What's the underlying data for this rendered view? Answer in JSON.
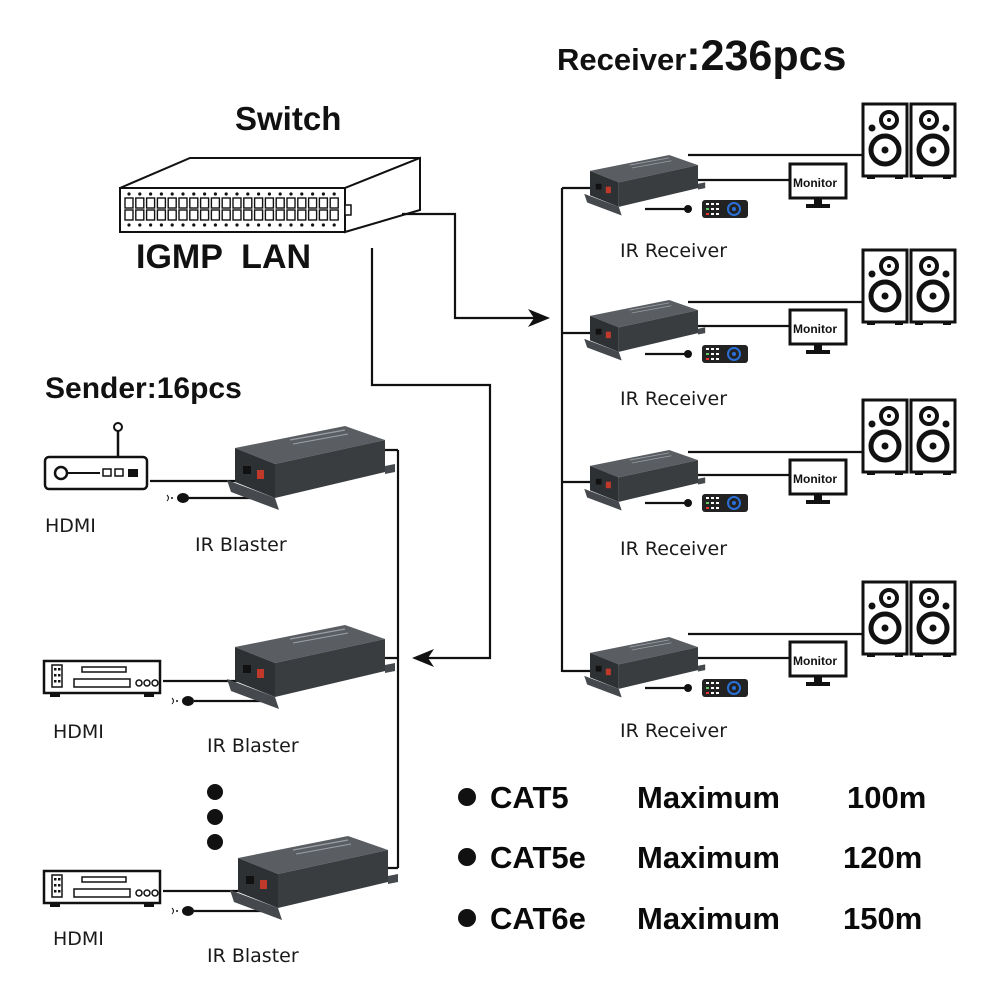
{
  "titles": {
    "switch": "Switch",
    "switch_type": "IGMP  LAN",
    "receiver_prefix": "Receiver",
    "receiver_count": ":236pcs",
    "sender": "Sender:16pcs"
  },
  "senders": [
    {
      "source_label": "HDMI",
      "source_icon": "router-icon",
      "device_label": "IR Blaster"
    },
    {
      "source_label": "HDMI",
      "source_icon": "dvd-player-icon",
      "device_label": "IR Blaster"
    },
    {
      "source_label": "HDMI",
      "source_icon": "dvd-player-icon",
      "device_label": "IR Blaster"
    }
  ],
  "receivers": [
    {
      "device_label": "IR Receiver",
      "display_label": "Monitor"
    },
    {
      "device_label": "IR Receiver",
      "display_label": "Monitor"
    },
    {
      "device_label": "IR Receiver",
      "display_label": "Monitor"
    },
    {
      "device_label": "IR Receiver",
      "display_label": "Monitor"
    }
  ],
  "specs": [
    {
      "cable": "CAT5",
      "label": "Maximum",
      "distance": "100m"
    },
    {
      "cable": "CAT5e",
      "label": "Maximum",
      "distance": "120m"
    },
    {
      "cable": "CAT6e",
      "label": "Maximum",
      "distance": "150m"
    }
  ],
  "colors": {
    "device_body": "#3a3d40",
    "device_top": "#54585c",
    "line": "#111111",
    "remote_accent": "#2a6fd6"
  }
}
